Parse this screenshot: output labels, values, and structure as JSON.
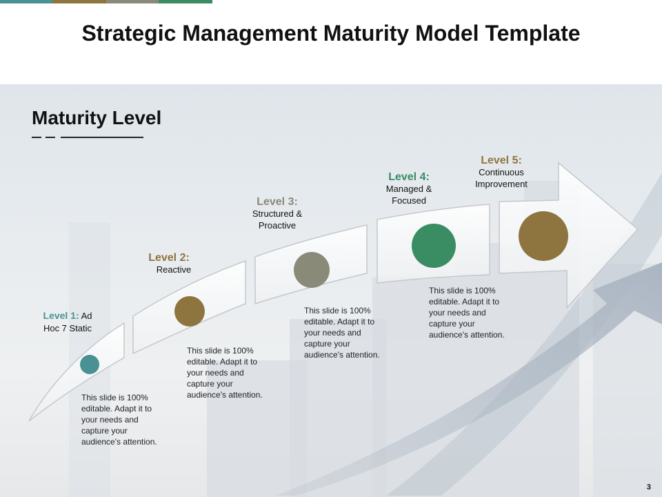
{
  "title": "Strategic Management Maturity Model Template",
  "subtitle": "Maturity Level",
  "colors": {
    "teal": "#4a9193",
    "brown": "#8e7540",
    "gray": "#8a8a78",
    "green": "#3a8c63"
  },
  "levels": [
    {
      "label": "Level 1:",
      "name": "Ad Hoc 7 Static",
      "color": "#4a9193",
      "description": "This slide is 100% editable. Adapt it to your needs and capture your audience's attention."
    },
    {
      "label": "Level 2:",
      "name": "Reactive",
      "color": "#8e7540",
      "description": "This slide is 100% editable. Adapt it to your needs and capture your audience's attention."
    },
    {
      "label": "Level 3:",
      "name": "Structured & Proactive",
      "color": "#8a8a78",
      "description": "This slide is 100% editable. Adapt it to your needs and capture your audience's attention."
    },
    {
      "label": "Level 4:",
      "name": "Managed & Focused",
      "color": "#3a8c63",
      "description": "This slide is 100% editable. Adapt it to your needs and capture your audience's attention."
    },
    {
      "label": "Level 5:",
      "name": "Continuous Improvement",
      "color": "#8e7540"
    }
  ],
  "page_number": "3"
}
